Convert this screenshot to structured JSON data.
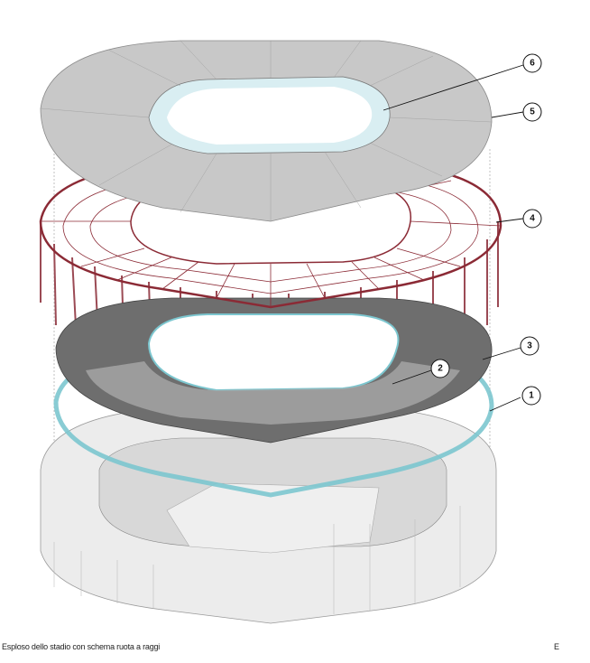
{
  "figure": {
    "caption": "Esploso dello stadio con schema ruota a raggi",
    "caption_right_fragment": "E",
    "callouts": [
      "1",
      "2",
      "3",
      "4",
      "5",
      "6"
    ]
  },
  "colors": {
    "roof": "#c8c8c8",
    "roof_opening": "#d9eef2",
    "truss": "#8b2a35",
    "tension_ring": "#6e6e6e",
    "cable_ring": "#7cc6cf",
    "bowl": "#e6e6e6"
  }
}
